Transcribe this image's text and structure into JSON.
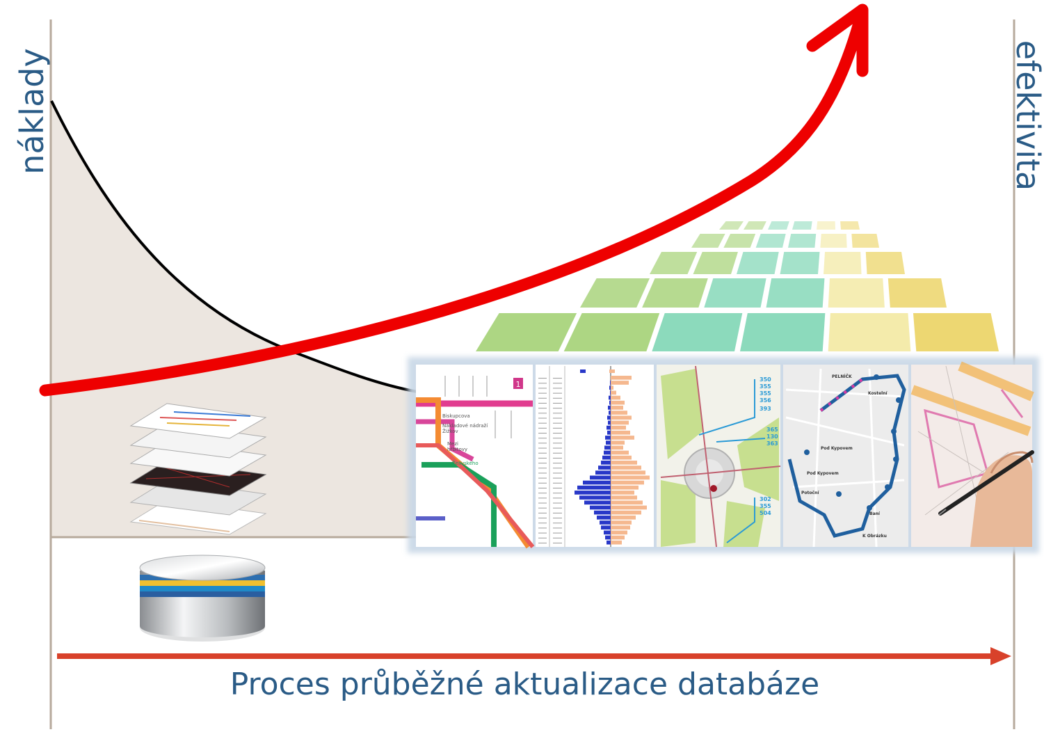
{
  "axes": {
    "left_label": "náklady",
    "right_label": "efektivita"
  },
  "caption": "Proces průběžné aktualizace databáze",
  "colors": {
    "label_blue": "#2a5b86",
    "axis_line": "#b7aa9c",
    "cost_fill": "#ece6e0",
    "cost_curve": "#000000",
    "efficiency_arrow": "#ee0000",
    "process_arrow": "#d8412a"
  },
  "tile_colors": {
    "green": "#a9d47c",
    "teal": "#86d8b8",
    "cream": "#f3eaa6",
    "yellow": "#ecd56a"
  },
  "icons": {
    "layers": "map-layers-stack-icon",
    "database": "database-cylinder-icon"
  }
}
